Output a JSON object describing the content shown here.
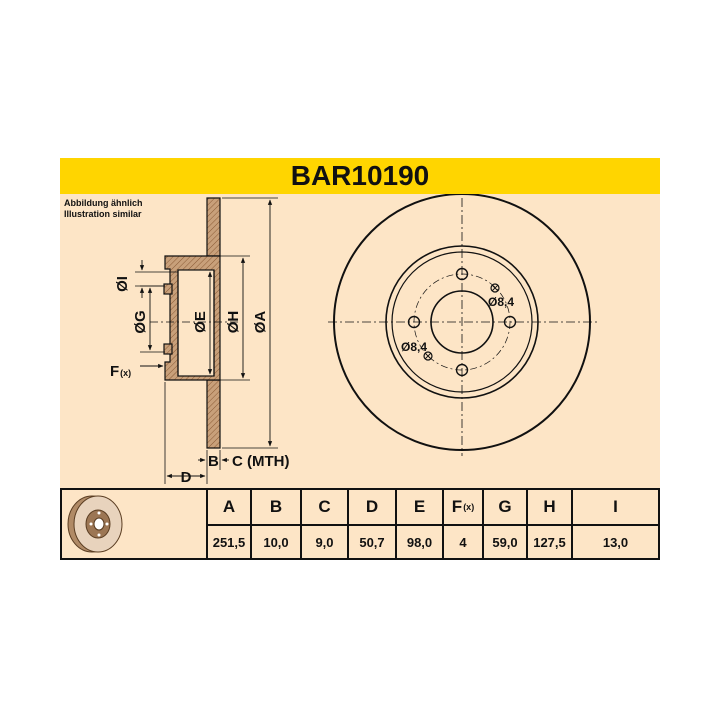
{
  "header": {
    "part_number": "BAR10190"
  },
  "note": {
    "line1": "Abbildung ähnlich",
    "line2": "Illustration similar"
  },
  "labels": {
    "I": "ØI",
    "G": "ØG",
    "E": "ØE",
    "H": "ØH",
    "A": "ØA",
    "F": "F",
    "F_sub": "(x)",
    "B": "B",
    "C": "C (MTH)",
    "D": "D",
    "bolt_hole_top": "Ø8,4",
    "bolt_hole_bottom": "Ø8,4"
  },
  "table": {
    "columns": [
      "A",
      "B",
      "C",
      "D",
      "E",
      "F",
      "G",
      "H",
      "I"
    ],
    "f_sub": "(x)",
    "values": [
      "251,5",
      "10,0",
      "9,0",
      "50,7",
      "98,0",
      "4",
      "59,0",
      "127,5",
      "13,0"
    ]
  },
  "colors": {
    "title_bg": "#ffd500",
    "panel_bg": "#fde5c6",
    "section_fill": "#c8a07a",
    "line": "#111111"
  }
}
